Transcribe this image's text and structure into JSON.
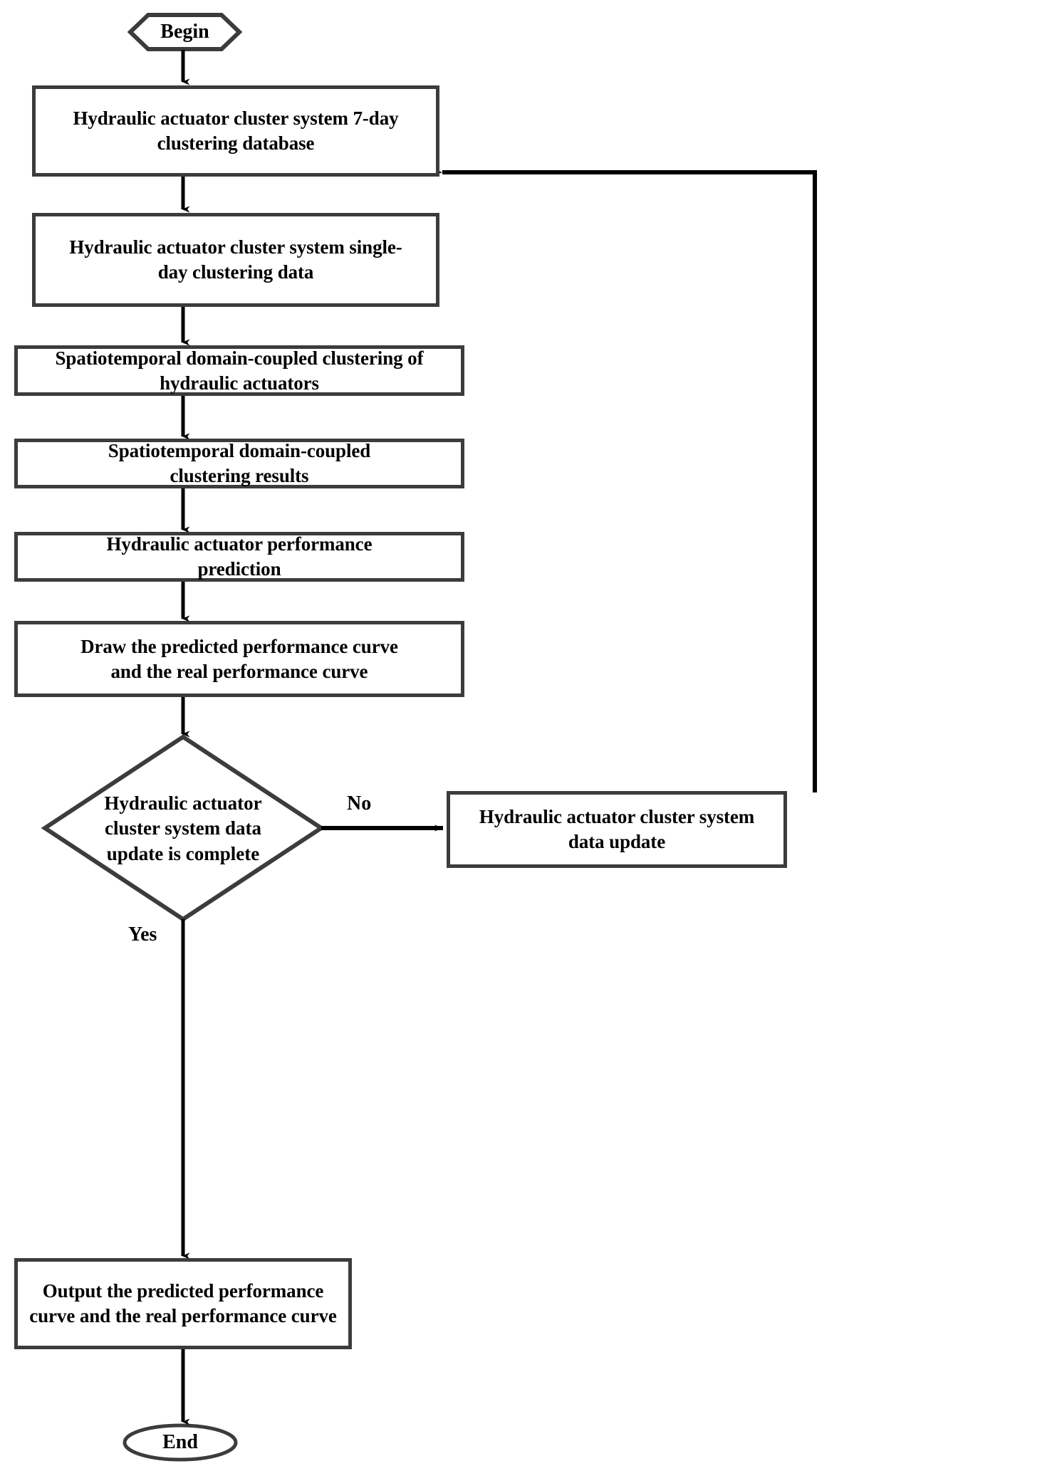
{
  "diagram": {
    "title": "Hydraulic actuator cluster system performance prediction flowchart",
    "type": "flowchart",
    "colors": {
      "stroke": "#3c3c3c",
      "arrow": "#000000",
      "text": "#000000",
      "background": "#ffffff"
    },
    "nodes": {
      "begin": {
        "label": "Begin",
        "shape": "hexagon"
      },
      "db7day": {
        "label": "Hydraulic actuator cluster system 7-day clustering database",
        "shape": "rectangle"
      },
      "singleday": {
        "label": "Hydraulic actuator cluster system single-day clustering data",
        "shape": "rectangle"
      },
      "clustering": {
        "label": "Spatiotemporal domain-coupled clustering of hydraulic actuators",
        "shape": "rectangle"
      },
      "results": {
        "label": "Spatiotemporal domain-coupled clustering results",
        "shape": "rectangle"
      },
      "prediction": {
        "label": "Hydraulic actuator performance prediction",
        "shape": "rectangle"
      },
      "draw": {
        "label": "Draw the predicted performance curve and the real performance curve",
        "shape": "rectangle"
      },
      "decision": {
        "label": "Hydraulic actuator cluster  system data update is complete",
        "shape": "diamond"
      },
      "update": {
        "label": "Hydraulic actuator cluster system data update",
        "shape": "rectangle"
      },
      "output": {
        "label": "Output the predicted performance curve and the real performance curve",
        "shape": "rectangle"
      },
      "end": {
        "label": "End",
        "shape": "ellipse"
      }
    },
    "edge_labels": {
      "no": "No",
      "yes": "Yes"
    },
    "edges": [
      {
        "from": "begin",
        "to": "db7day",
        "label": ""
      },
      {
        "from": "db7day",
        "to": "singleday",
        "label": ""
      },
      {
        "from": "singleday",
        "to": "clustering",
        "label": ""
      },
      {
        "from": "clustering",
        "to": "results",
        "label": ""
      },
      {
        "from": "results",
        "to": "prediction",
        "label": ""
      },
      {
        "from": "prediction",
        "to": "draw",
        "label": ""
      },
      {
        "from": "draw",
        "to": "decision",
        "label": ""
      },
      {
        "from": "decision",
        "to": "update",
        "label": "No"
      },
      {
        "from": "decision",
        "to": "output",
        "label": "Yes"
      },
      {
        "from": "update",
        "to": "db7day",
        "label": ""
      },
      {
        "from": "output",
        "to": "end",
        "label": ""
      }
    ]
  }
}
